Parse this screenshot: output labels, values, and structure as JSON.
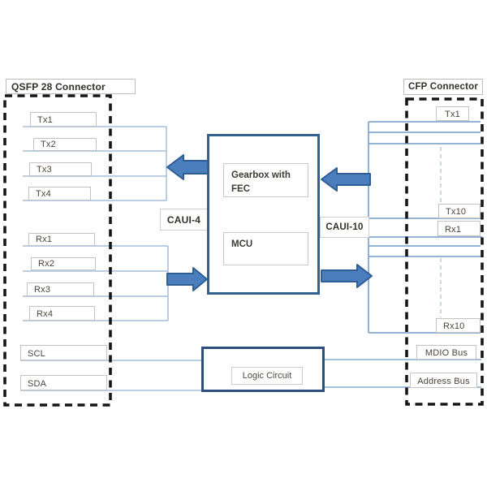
{
  "qsfp": {
    "title": "QSFP 28 Connector",
    "tx": [
      "Tx1",
      "Tx2",
      "Tx3",
      "Tx4"
    ],
    "rx": [
      "Rx1",
      "Rx2",
      "Rx3",
      "Rx4"
    ],
    "scl": "SCL",
    "sda": "SDA"
  },
  "cfp": {
    "title": "CFP Connector",
    "tx1": "Tx1",
    "tx10": "Tx10",
    "rx1": "Rx1",
    "rx10": "Rx10",
    "mdio": "MDIO Bus",
    "address": "Address Bus"
  },
  "chip": {
    "gearbox": "Gearbox with FEC",
    "mcu": "MCU"
  },
  "interfaces": {
    "caui4": "CAUI-4",
    "caui10": "CAUI-10"
  },
  "logic": {
    "label": "Logic Circuit"
  },
  "colors": {
    "line_left": "#a6bedb",
    "line_right": "#84a8cf",
    "dash_light": "#b0c9e2",
    "dash_dark": "#161616",
    "arrow_fill": "#4a7ebc",
    "arrow_stroke": "#2f5d94",
    "frame_blue": "#31608f",
    "logic_blue": "#2d4d7c",
    "box_border": "#c3c3c3",
    "text_dark": "#33302b",
    "text_label": "#4c433c"
  }
}
